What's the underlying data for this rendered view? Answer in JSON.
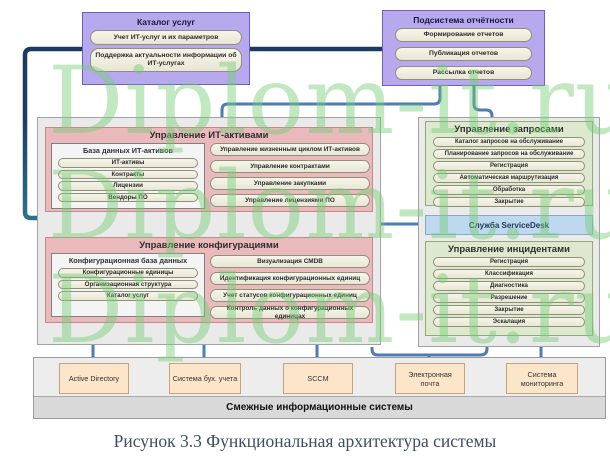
{
  "watermark": {
    "text": "Diplom-it.ru",
    "color": "#76cb76"
  },
  "colors": {
    "purple_block": "#b7a9ed",
    "pink_section": "#e9b9bc",
    "green_section": "#dde9cf",
    "servicedesk_blue": "#bed8ef",
    "external_peach": "#fce5c8",
    "container_gray": "#eaeaea",
    "connector_blue": "#4e7cb4",
    "connector_navy": "#1e3a63"
  },
  "top": {
    "catalog": {
      "title": "Каталог услуг",
      "items": [
        "Учет ИТ-услуг и их параметров",
        "Поддержка актуальности информации об ИТ-услугах"
      ]
    },
    "reporting": {
      "title": "Подсистема отчётности",
      "items": [
        "Формирование отчетов",
        "Публикация отчетов",
        "Рассылка отчетов"
      ]
    }
  },
  "assets": {
    "title": "Управление ИТ-активами",
    "db": {
      "title": "База данных ИТ-активов",
      "items": [
        "ИТ-активы",
        "Контракты",
        "Лицензии",
        "Вендоры ПО"
      ]
    },
    "functions": [
      "Управление жизненным циклом ИТ-активов",
      "Управление контрактами",
      "Управление закупками",
      "Управление лицензиями ПО"
    ]
  },
  "config": {
    "title": "Управление конфигурациями",
    "db": {
      "title": "Конфигурационная база данных",
      "items": [
        "Конфигурационные единицы",
        "Организационная структура",
        "Каталог услуг"
      ]
    },
    "functions": [
      "Визуализация CMDB",
      "Идентификация конфигурационных единиц",
      "Учет статусов конфигурационных единиц",
      "Контроль данных о конфигурационных единицах"
    ]
  },
  "requests": {
    "title": "Управление запросами",
    "items": [
      "Каталог запросов на обслуживание",
      "Планирование запросов на обслуживание",
      "Регистрация",
      "Автоматическая маршрутизация",
      "Обработка",
      "Закрытие"
    ]
  },
  "servicedesk": {
    "label": "Служба ServiceDesk"
  },
  "incidents": {
    "title": "Управление инцидентами",
    "items": [
      "Регистрация",
      "Классификация",
      "Диагностика",
      "Разрешение",
      "Закрытие",
      "Эскалация"
    ]
  },
  "external": {
    "band_label": "Смежные информационные системы",
    "systems": [
      "Active Directory",
      "Система бух. учета",
      "SCCM",
      "Электронная почта",
      "Система мониторинга"
    ]
  },
  "caption": "Рисунок 3.3 Функциональная архитектура системы"
}
